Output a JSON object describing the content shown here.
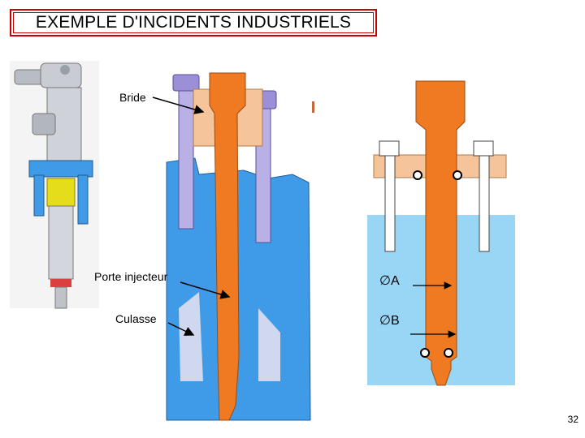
{
  "slide": {
    "title": "EXEMPLE D'INCIDENTS INDUSTRIELS",
    "page_number": "32"
  },
  "labels": {
    "bride": "Bride",
    "porte_injecteur": "Porte injecteur",
    "culasse": "Culasse",
    "diameter_a": "∅A",
    "diameter_b": "∅B"
  },
  "colors": {
    "title_border": "#cc0000",
    "culasse_blue": "#3f9be8",
    "injector_orange": "#f07a22",
    "flange_peach": "#f5c49a",
    "bolt_purple": "#9b8fd8"
  }
}
